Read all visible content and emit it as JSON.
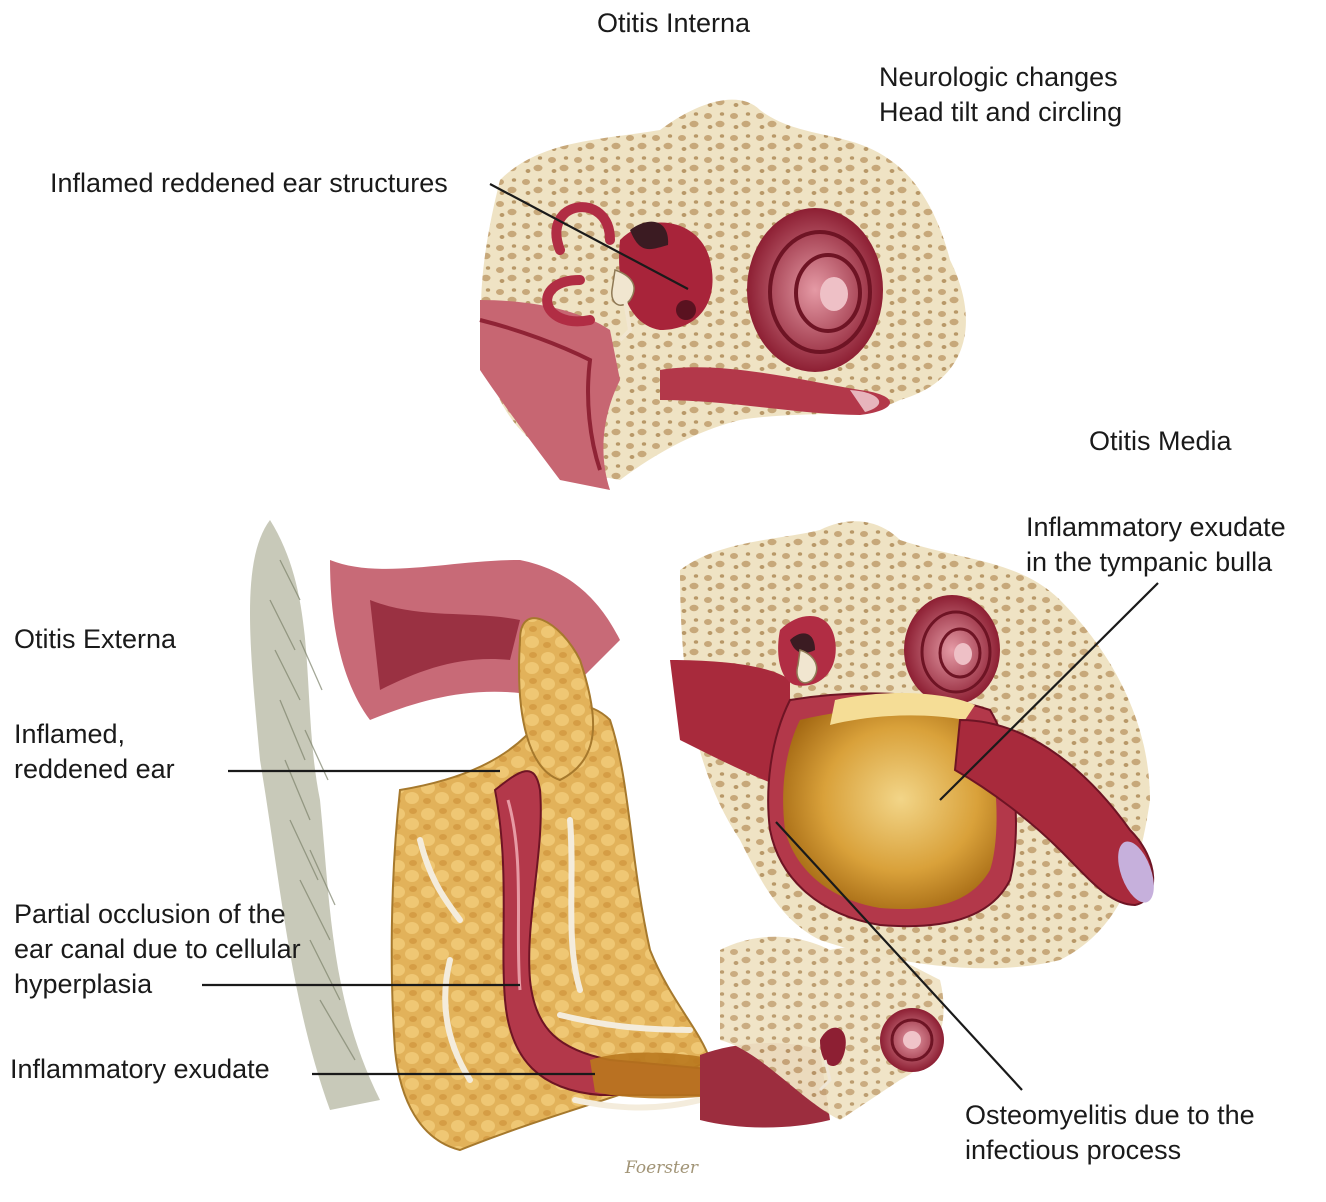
{
  "titles": {
    "interna": "Otitis Interna",
    "media": "Otitis Media",
    "externa": "Otitis Externa"
  },
  "labels": {
    "neuro_1": "Neurologic changes",
    "neuro_2": "Head tilt and circling",
    "inflamed_structures": "Inflamed reddened ear structures",
    "exudate_bulla_1": "Inflammatory exudate",
    "exudate_bulla_2": "in the tympanic bulla",
    "inflamed_ear_1": "Inflamed,",
    "inflamed_ear_2": "reddened ear",
    "occlusion_1": "Partial occlusion of the",
    "occlusion_2": "ear canal due to cellular",
    "occlusion_3": "hyperplasia",
    "exudate_canal": "Inflammatory exudate",
    "osteo_1": "Osteomyelitis due to the",
    "osteo_2": "infectious process"
  },
  "signature": "Foerster",
  "colors": {
    "bone": "#efe3c4",
    "bone_pore": "#c7a87a",
    "tissue_red": "#a82a3c",
    "tissue_dark": "#6e1424",
    "tissue_pink": "#d77c86",
    "fat": "#e2b25a",
    "fat_dark": "#b97d2a",
    "exudate": "#c88a1e",
    "fur": "#8a8f7a",
    "leader": "#1a1a1a"
  }
}
